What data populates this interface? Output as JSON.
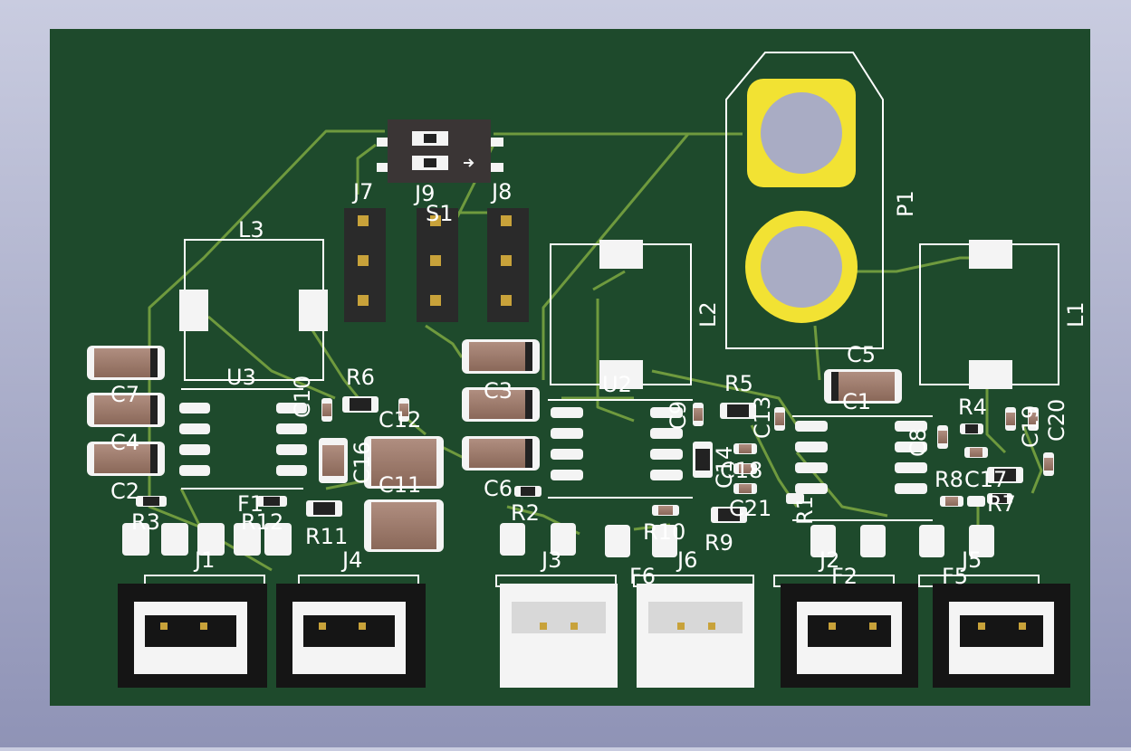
{
  "colors": {
    "background_top": "#c9cce0",
    "background_bottom": "#8f93b6",
    "board": "#1e4a2c",
    "trace": "#6f9a3e",
    "silkscreen": "#ffffff",
    "pad_smd": "#f4f4f4",
    "copper_pth": "#f2e233",
    "drill": "#a9acc4",
    "component_body": "#9e7b6c",
    "connector_body": "#151515"
  },
  "labels": {
    "L3": "L3",
    "U3": "U3",
    "C7": "C7",
    "C4": "C4",
    "C2": "C2",
    "R3": "R3",
    "F1": "F1",
    "R12": "R12",
    "R11": "R11",
    "R6": "R6",
    "C10": "C10",
    "C12": "C12",
    "C16": "C16",
    "C11": "C11",
    "J1": "J1",
    "J4": "J4",
    "J7": "J7",
    "J9": "J9",
    "S1": "S1",
    "J8": "J8",
    "C3": "C3",
    "C6": "C6",
    "R2": "R2",
    "U2": "U2",
    "L2": "L2",
    "C9": "C9",
    "R5": "R5",
    "C13": "C13",
    "C14": "C14",
    "C18": "C18",
    "C21": "C21",
    "R10": "R10",
    "R9": "R9",
    "R1": "R1",
    "J3": "J3",
    "J6": "J6",
    "F6": "F6",
    "P1": "P1",
    "C5": "C5",
    "C1": "C1",
    "L1": "L1",
    "R4": "R4",
    "C8": "C8",
    "C19": "C19",
    "C20": "C20",
    "R8": "R8",
    "C17": "C17",
    "R7": "R7",
    "J2": "J2",
    "J5": "J5",
    "F2": "F2",
    "F5": "F5"
  }
}
